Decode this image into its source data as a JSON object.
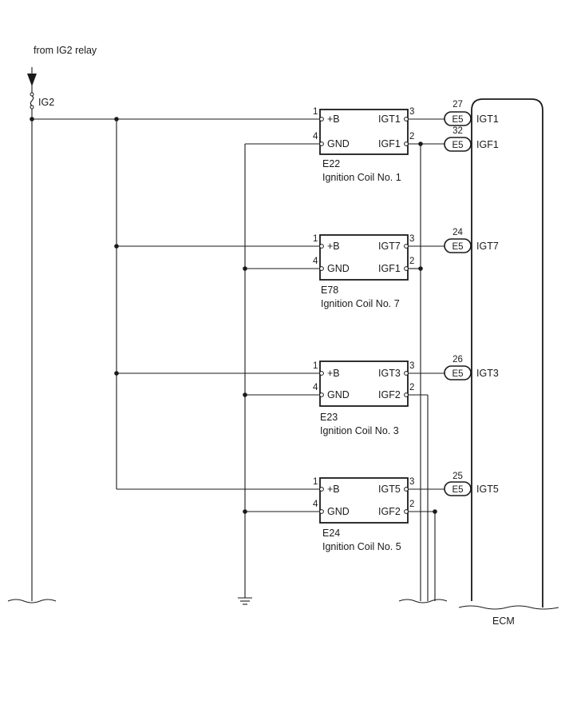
{
  "source": {
    "label": "from IG2 relay",
    "fuse": "IG2"
  },
  "ecm": {
    "label": "ECM",
    "connector": "E5"
  },
  "coils": [
    {
      "code": "E22",
      "name": "Ignition Coil No. 1",
      "pin_b": "1",
      "pin_gnd": "4",
      "pin_igt": "3",
      "pin_igf": "2",
      "label_b": "+B",
      "label_gnd": "GND",
      "label_igt": "IGT1",
      "label_igf": "IGF1"
    },
    {
      "code": "E78",
      "name": "Ignition Coil No. 7",
      "pin_b": "1",
      "pin_gnd": "4",
      "pin_igt": "3",
      "pin_igf": "2",
      "label_b": "+B",
      "label_gnd": "GND",
      "label_igt": "IGT7",
      "label_igf": "IGF1"
    },
    {
      "code": "E23",
      "name": "Ignition Coil No. 3",
      "pin_b": "1",
      "pin_gnd": "4",
      "pin_igt": "3",
      "pin_igf": "2",
      "label_b": "+B",
      "label_gnd": "GND",
      "label_igt": "IGT3",
      "label_igf": "IGF2"
    },
    {
      "code": "E24",
      "name": "Ignition Coil No. 5",
      "pin_b": "1",
      "pin_gnd": "4",
      "pin_igt": "3",
      "pin_igf": "2",
      "label_b": "+B",
      "label_gnd": "GND",
      "label_igt": "IGT5",
      "label_igf": "IGF2"
    }
  ],
  "ecm_pins": [
    {
      "pin": "27",
      "conn": "E5",
      "signal": "IGT1"
    },
    {
      "pin": "32",
      "conn": "E5",
      "signal": "IGF1"
    },
    {
      "pin": "24",
      "conn": "E5",
      "signal": "IGT7"
    },
    {
      "pin": "26",
      "conn": "E5",
      "signal": "IGT3"
    },
    {
      "pin": "25",
      "conn": "E5",
      "signal": "IGT5"
    }
  ]
}
